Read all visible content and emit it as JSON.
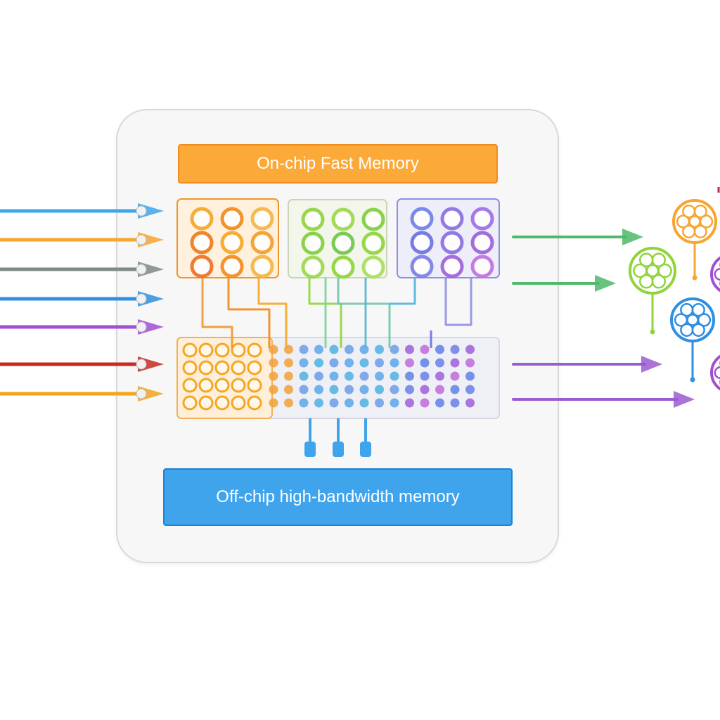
{
  "labels": {
    "onchip": "On-chip Fast Memory",
    "offchip": "Off-chip high-bandwidth memory"
  },
  "colors": {
    "orange": "#f7a531",
    "orange_dark": "#f0861a",
    "green": "#8fd43a",
    "purple_blue": "#7e7ae3",
    "blue": "#2f8fe0",
    "cyan": "#39b9d6",
    "purple": "#a24fd4",
    "gray": "#7f8a82",
    "red": "#c62a23",
    "line_green": "#4fb86a",
    "line_purple": "#9b5bd1"
  },
  "inputs": [
    {
      "color": "#3ea6e8",
      "head": "triangle"
    },
    {
      "color": "#f7a531",
      "head": "triangle"
    },
    {
      "color": "#7f8a82",
      "head": "triangle"
    },
    {
      "color": "#2f8fe0",
      "head": "triangle"
    },
    {
      "color": "#a24fd4",
      "head": "triangle"
    },
    {
      "color": "#c62a23",
      "head": "triangle"
    },
    {
      "color": "#f2a51c",
      "head": "triangle"
    }
  ],
  "outputs": [
    {
      "color": "#4fb86a"
    },
    {
      "color": "#4fb86a"
    },
    {
      "color": "#9b5bd1"
    },
    {
      "color": "#9b5bd1"
    }
  ],
  "clusters": [
    {
      "color": "#f7a531"
    },
    {
      "color": "#8fd43a"
    },
    {
      "color": "#2f8fe0"
    },
    {
      "color": "#a24fd4"
    },
    {
      "color": "#a24fd4"
    }
  ]
}
